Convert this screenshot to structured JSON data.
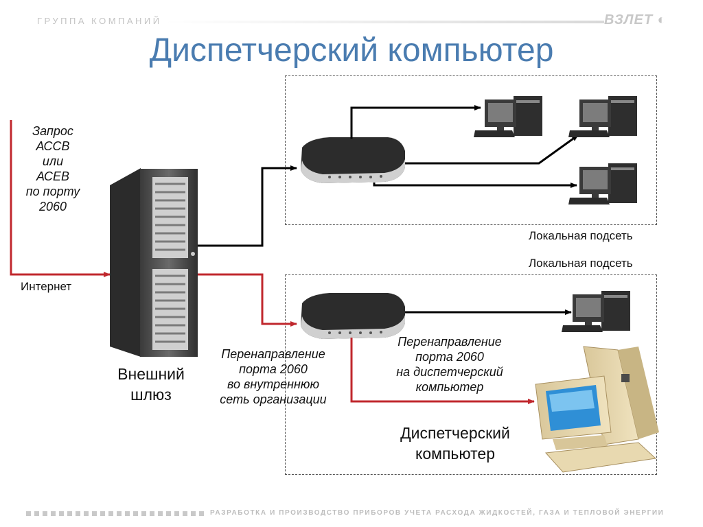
{
  "header": {
    "group": "ГРУППА КОМПАНИЙ",
    "logo": "ВЗЛЕТ"
  },
  "title": "Диспетчерский компьютер",
  "labels": {
    "request": [
      "Запрос",
      "АССВ",
      "или",
      "АСЕВ",
      "по порту",
      "2060"
    ],
    "internet": "Интернет",
    "subnet_1": "Локальная подсеть",
    "subnet_2": "Локальная подсеть",
    "gateway": [
      "Внешний",
      "шлюз"
    ],
    "forward_internal": [
      "Перенаправление",
      "порта 2060",
      "во внутреннюю",
      "сеть организации"
    ],
    "forward_dispatch": [
      "Перенаправление",
      "порта 2060",
      "на диспетчерский",
      "компьютер"
    ],
    "dispatch_computer": [
      "Диспетчерский",
      "компьютер"
    ]
  },
  "footer": "РАЗРАБОТКА И ПРОИЗВОДСТВО ПРИБОРОВ УЧЕТА РАСХОДА ЖИДКОСТЕЙ, ГАЗА И ТЕПЛОВОЙ ЭНЕРГИИ",
  "colors": {
    "title": "#4a7cb0",
    "internet_line": "#c0272d",
    "lan_line": "#000000"
  },
  "icons": [
    "server-icon",
    "router-icon",
    "desktop-computer-icon",
    "dispatch-computer-icon",
    "logo-icon"
  ]
}
